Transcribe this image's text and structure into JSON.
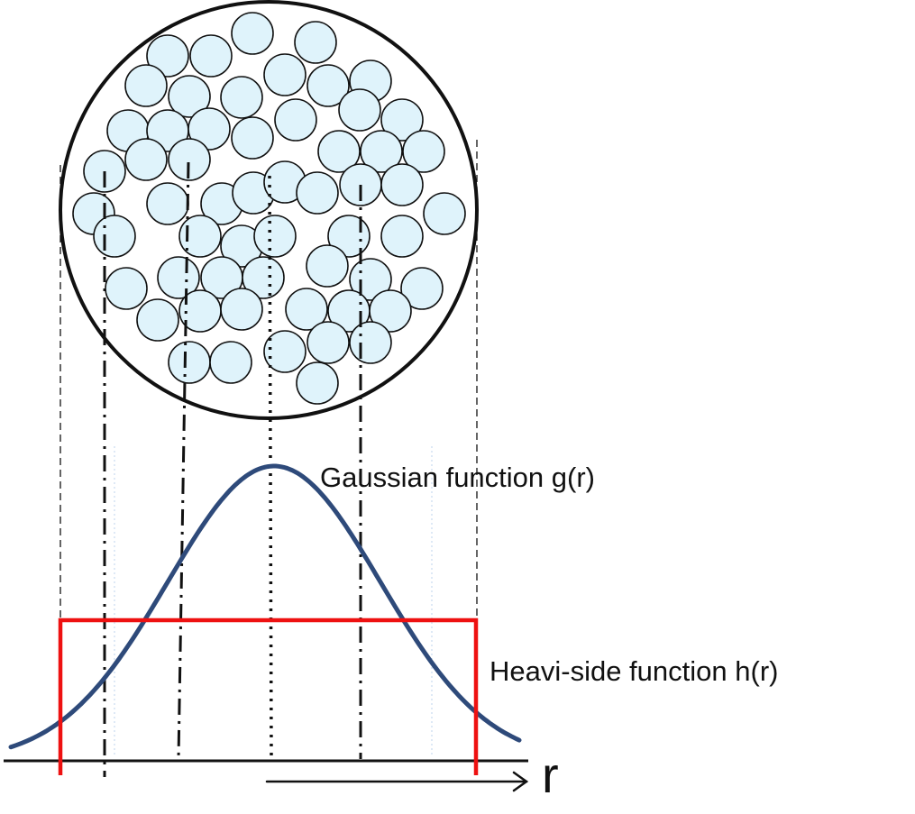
{
  "labels": {
    "gaussian": "Gaussian function g(r)",
    "heaviside": "Heavi-side function h(r)",
    "axis": "r"
  },
  "colors": {
    "particle_fill": "#dff3fb",
    "particle_stroke": "#111111",
    "gaussian_curve": "#2e4a7a",
    "heaviside_step": "#ee1111",
    "faint_guides": "#bcd3ee"
  }
}
